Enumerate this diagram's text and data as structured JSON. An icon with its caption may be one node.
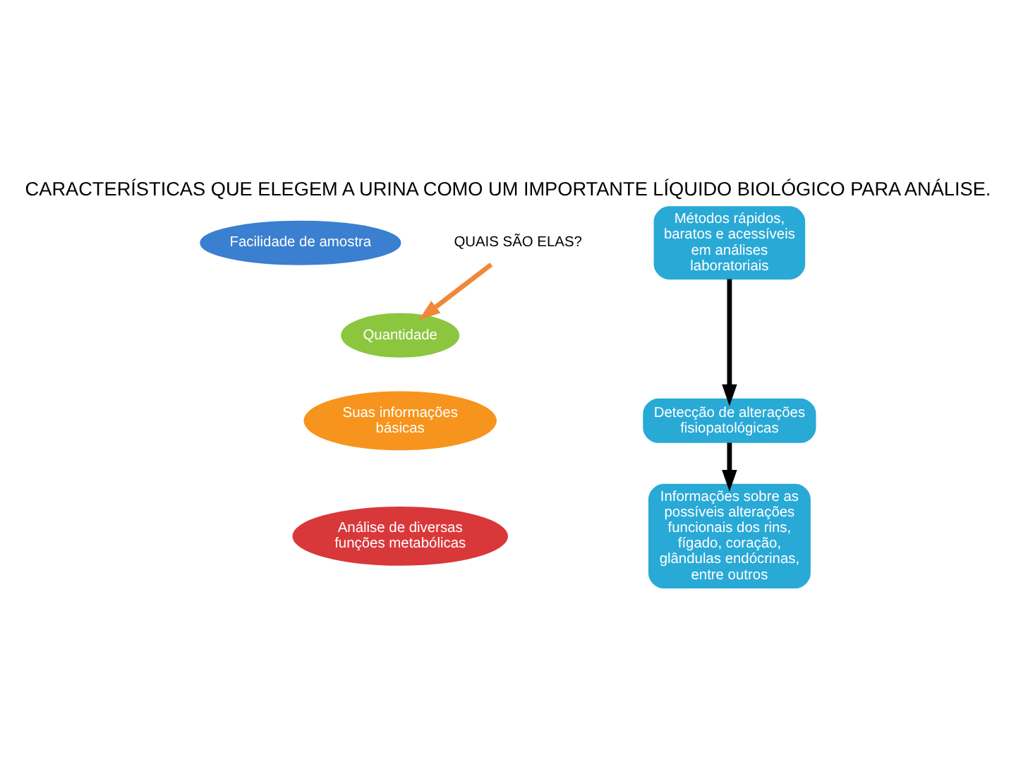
{
  "diagram": {
    "title": "CARACTERÍSTICAS QUE ELEGEM A URINA COMO UM IMPORTANTE LÍQUIDO BIOLÓGICO PARA ANÁLISE.",
    "nodes": [
      {
        "text": [
          "Facilidade de amostra"
        ]
      },
      {
        "text": [
          "Quantidade"
        ]
      },
      {
        "text": [
          "Suas informações básicas"
        ]
      },
      {
        "text": [
          "Análise de diversas funções metabólicas"
        ]
      },
      {
        "text": [
          "QUAIS SÃO ELAS?"
        ]
      },
      {
        "text": [
          "Métodos rápidos, baratos e acessíveis em análises laboratoriais"
        ]
      },
      {
        "text": [
          "Detecção de alterações fisiopatológicas"
        ]
      },
      {
        "text": [
          "Informações sobre as possíveis alterações funcionais dos rins, fígado, coração, glândulas endócrinas, entre outros"
        ]
      }
    ],
    "edges": [
      {
        "from": 4,
        "to": 1,
        "arrow": "to",
        "color": "#f0883a"
      },
      {
        "from": 5,
        "to": 6,
        "arrow": "to"
      },
      {
        "from": 6,
        "to": 7,
        "arrow": "to"
      }
    ]
  }
}
